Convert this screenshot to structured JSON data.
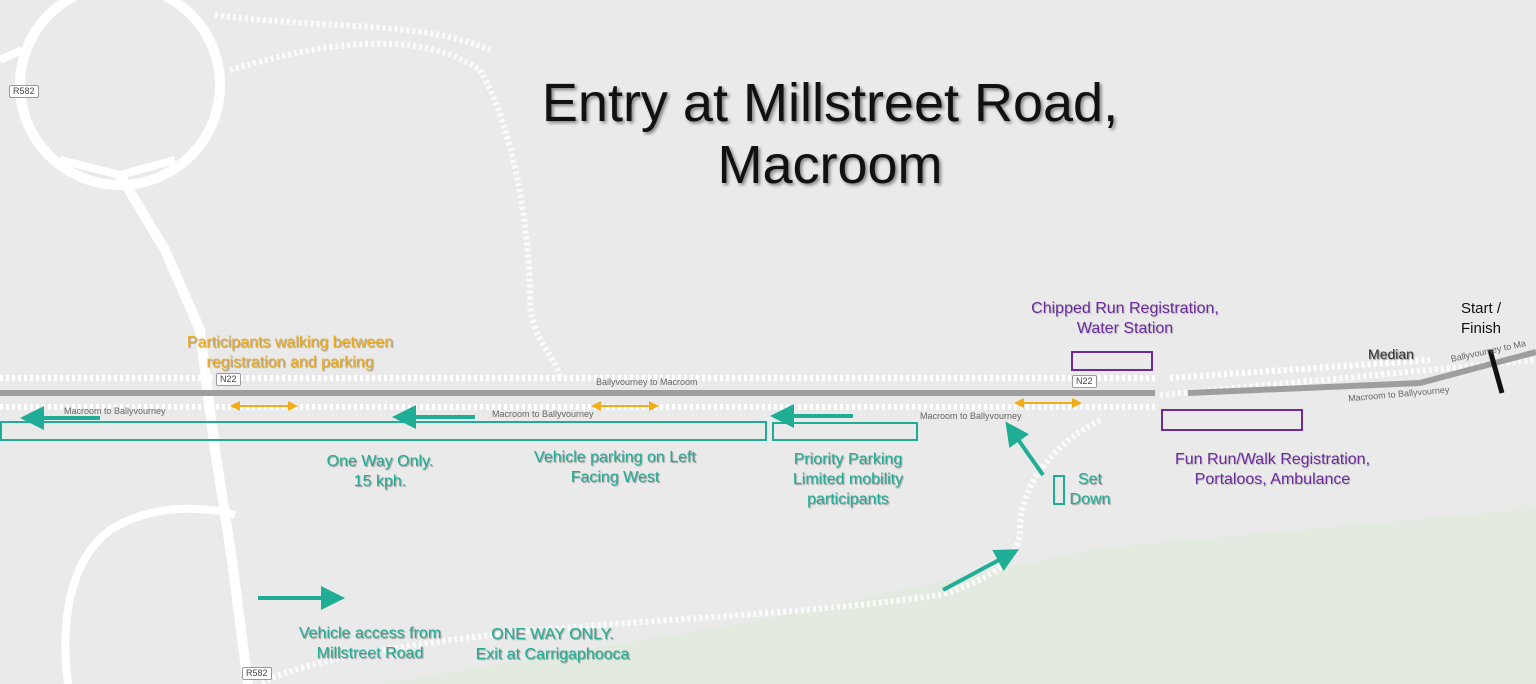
{
  "title": {
    "line1": "Entry at Millstreet Road,",
    "line2": "Macroom"
  },
  "road_labels": {
    "r582_top": "R582",
    "r582_bottom": "R582",
    "n22_left": "N22",
    "n22_right": "N22",
    "ballyvourney_to_macroom": "Ballyvourney to Macroom",
    "ballyvourney_to_macroom_right": "Ballyvourney to Ma",
    "macroom_to_ballyvourney_1": "Macroom to Ballyvourney",
    "macroom_to_ballyvourney_2": "Macroom to Ballyvourney",
    "macroom_to_ballyvourney_3": "Macroom to Ballyvourney",
    "macroom_to_ballyvourney_4": "Macroom to Ballyvourney"
  },
  "annotations": {
    "participants_walking": [
      "Participants walking between",
      "registration and parking"
    ],
    "chipped_run": [
      "Chipped Run Registration,",
      "Water Station"
    ],
    "start_finish": [
      "Start /",
      "Finish"
    ],
    "median": "Median",
    "one_way": [
      "One Way Only.",
      "15 kph."
    ],
    "vehicle_parking": [
      "Vehicle parking on Left",
      "Facing West"
    ],
    "priority_parking": [
      "Priority Parking",
      "Limited mobility",
      "participants"
    ],
    "set_down": [
      "Set",
      "Down"
    ],
    "fun_run": [
      "Fun Run/Walk Registration,",
      "Portaloos, Ambulance"
    ],
    "vehicle_access": [
      "Vehicle access from",
      "Millstreet Road"
    ],
    "one_way_only_exit": [
      "ONE WAY ONLY.",
      "Exit at Carrigaphooca"
    ]
  },
  "colors": {
    "teal": "#1fae95",
    "orange": "#f0ad17",
    "purple": "#6b2a9a",
    "road": "#9e9e9e",
    "background": "#eaeaea",
    "green_area": "#e3ebe0"
  }
}
